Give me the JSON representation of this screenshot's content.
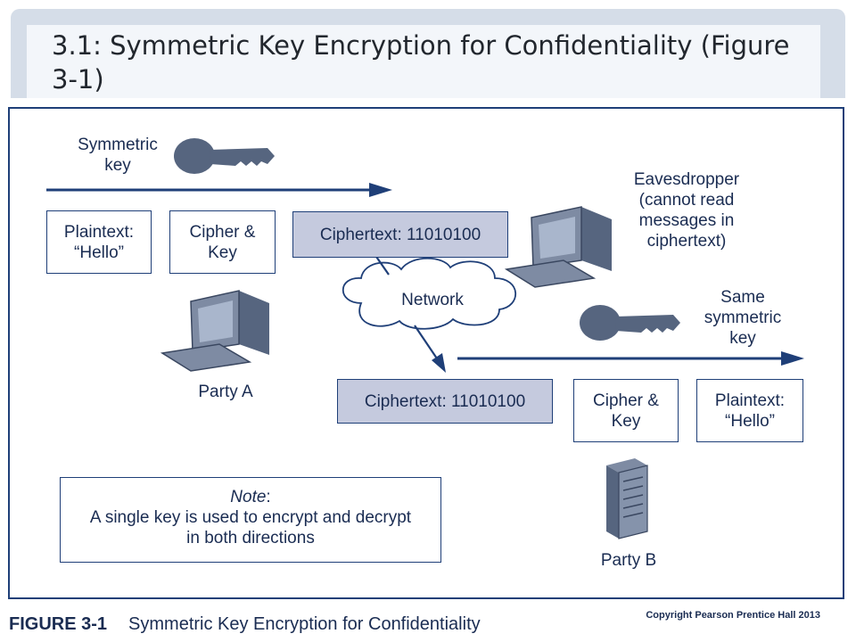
{
  "slide": {
    "title": "3.1: Symmetric Key Encryption for Confidentiality (Figure 3-1)",
    "caption_number": "FIGURE 3-1",
    "caption_text": "Symmetric Key Encryption for Confidentiality",
    "copyright": "Copyright Pearson Prentice Hall 2013"
  },
  "diagram": {
    "symmetric_key_label": "Symmetric\nkey",
    "plaintext_a": "Plaintext:\n“Hello”",
    "cipher_key_a": "Cipher &\nKey",
    "ciphertext_top": "Ciphertext: 11010100",
    "eavesdropper_label": "Eavesdropper\n(cannot read\nmessages in\nciphertext)",
    "network_label": "Network",
    "party_a_label": "Party A",
    "same_key_label": "Same\nsymmetric\nkey",
    "ciphertext_bottom": "Ciphertext: 11010100",
    "cipher_key_b": "Cipher &\nKey",
    "plaintext_b": "Plaintext:\n“Hello”",
    "party_b_label": "Party B",
    "note_title": "Note",
    "note_colon": ":",
    "note_text": "A single key is used to encrypt and decrypt\nin both directions"
  },
  "colors": {
    "line": "#1f3f78",
    "text": "#1a2c52",
    "shaded_box": "#c5cade",
    "icon_fill": "#56657f",
    "screen": "#a9b6cc"
  }
}
